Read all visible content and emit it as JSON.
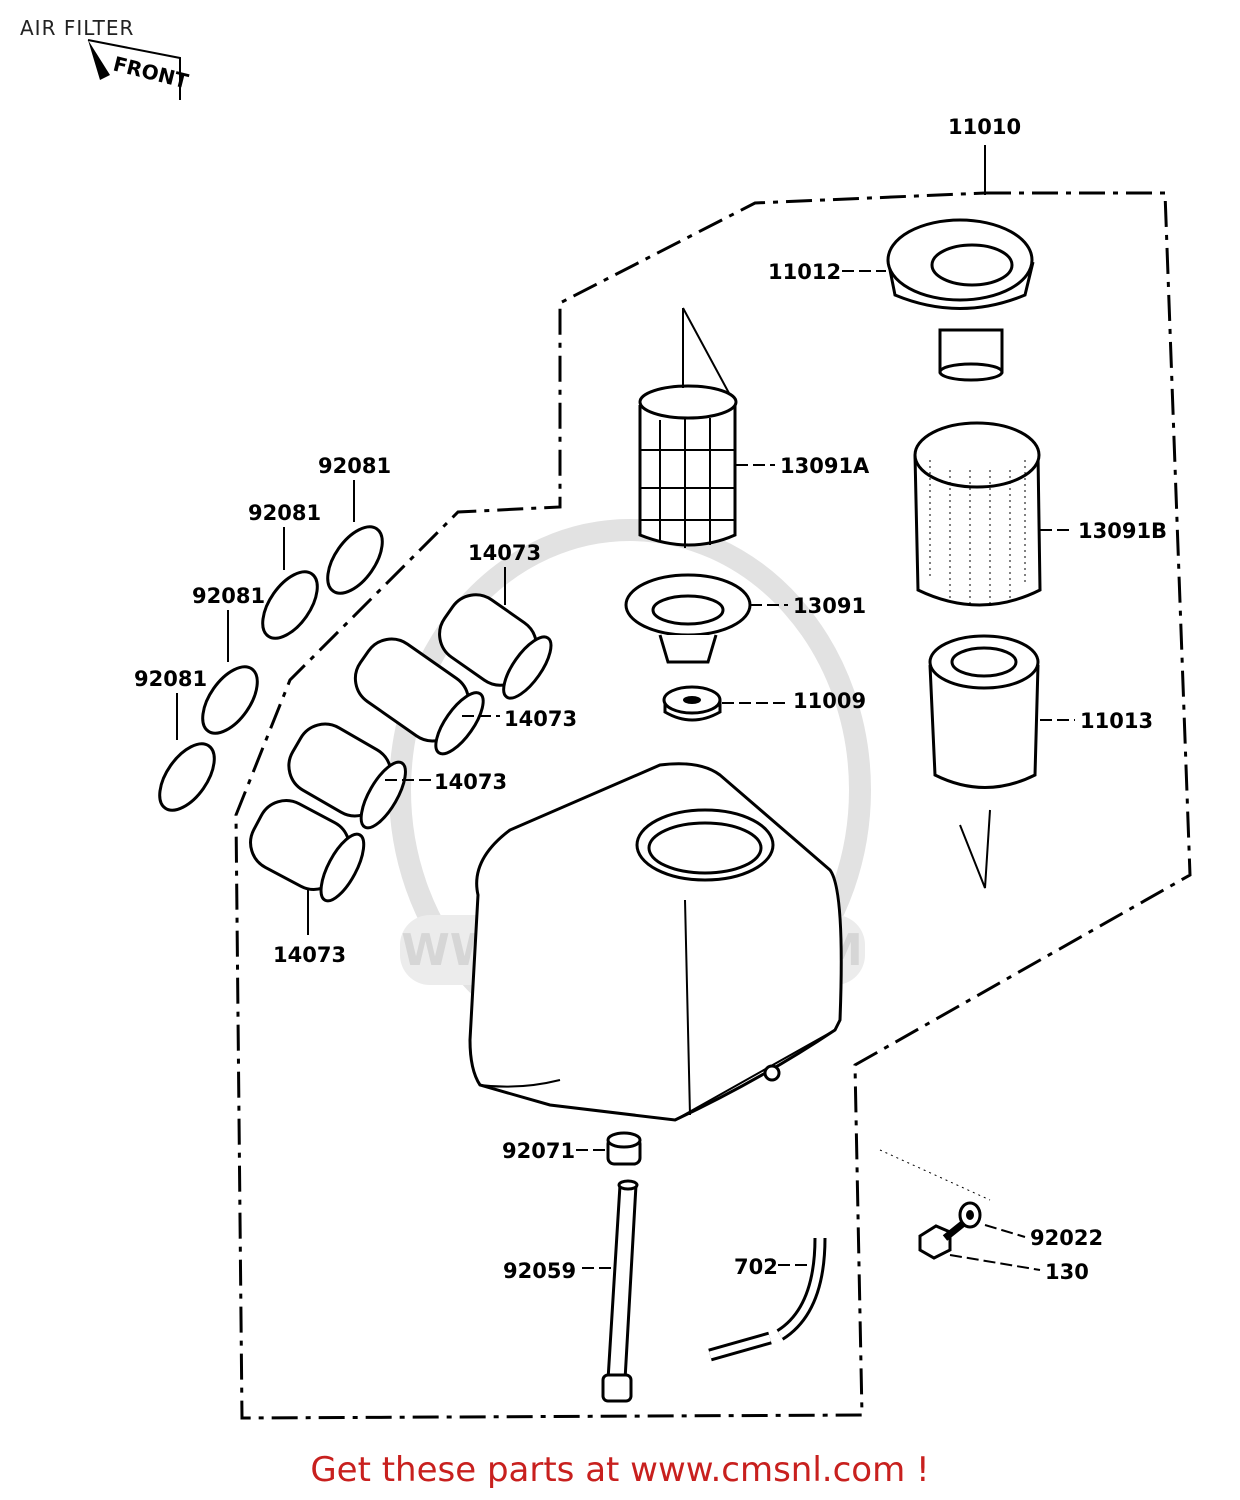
{
  "page_title": "AIR FILTER",
  "front_label": "FRONT",
  "watermark": "WWW.CMSNL.COM",
  "footer_text": "Get these parts at www.cmsnl.com !",
  "colors": {
    "footer": "#c8201e",
    "watermark": "#d6d6d6",
    "lines": "#000000"
  },
  "parts": {
    "p11010": "11010",
    "p11012": "11012",
    "p13091A": "13091A",
    "p13091B": "13091B",
    "p13091": "13091",
    "p11009": "11009",
    "p11013": "11013",
    "p92081_a": "92081",
    "p92081_b": "92081",
    "p92081_c": "92081",
    "p92081_d": "92081",
    "p14073_a": "14073",
    "p14073_b": "14073",
    "p14073_c": "14073",
    "p14073_d": "14073",
    "p92071": "92071",
    "p92059": "92059",
    "p702": "702",
    "p92022": "92022",
    "p130": "130"
  }
}
